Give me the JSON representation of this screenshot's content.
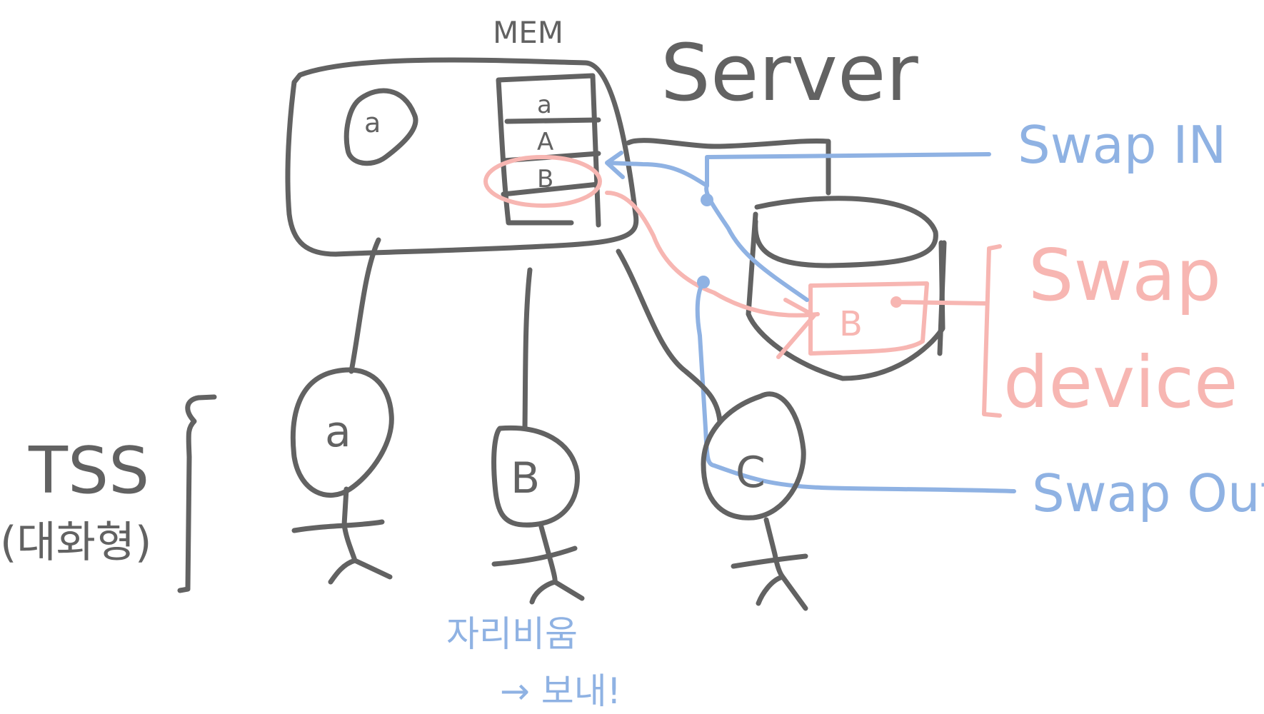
{
  "colors": {
    "gray": "#626262",
    "blue": "#8fb2e3",
    "pink": "#f7b6b2",
    "background": "#ffffff"
  },
  "labels": {
    "mem": "MEM",
    "server": "Server",
    "tss": "TSS",
    "tss_note": "(대화형)",
    "swap_in": "Swap IN",
    "swap_out": "Swap Out",
    "swap": "Swap",
    "device": "device",
    "away": "자리비움",
    "swap_hint": "→ 보내!"
  },
  "memory_slots": [
    "a",
    "A",
    "B"
  ],
  "users": [
    {
      "id": "a",
      "label": "a"
    },
    {
      "id": "B",
      "label": "B"
    },
    {
      "id": "C",
      "label": "C"
    }
  ],
  "process_in_memory": "a",
  "swapped_process": "B"
}
